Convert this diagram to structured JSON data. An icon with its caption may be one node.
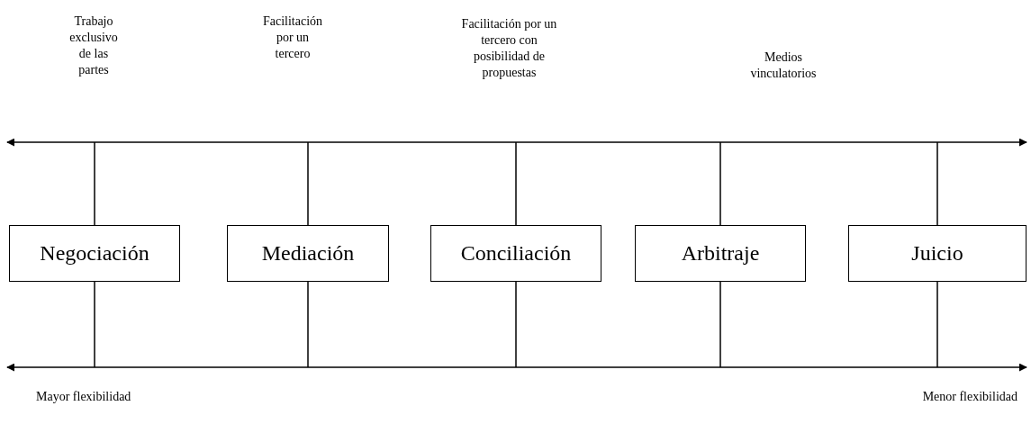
{
  "diagram": {
    "nodes": [
      {
        "text": [
          "Negociación"
        ]
      },
      {
        "text": [
          "Mediación"
        ]
      },
      {
        "text": [
          "Conciliación"
        ]
      },
      {
        "text": [
          "Arbitraje"
        ]
      },
      {
        "text": [
          "Juicio"
        ]
      },
      {
        "text": [],
        "shape": "bar"
      },
      {
        "text": [],
        "shape": "bar"
      }
    ],
    "edges": [
      {
        "from": 5,
        "to": 0,
        "arrow": "none"
      },
      {
        "from": 5,
        "to": 1,
        "arrow": "none"
      },
      {
        "from": 5,
        "to": 2,
        "arrow": "none"
      },
      {
        "from": 5,
        "to": 3,
        "arrow": "none"
      },
      {
        "from": 5,
        "to": 4,
        "arrow": "none"
      },
      {
        "from": 0,
        "to": 6,
        "arrow": "none"
      },
      {
        "from": 1,
        "to": 6,
        "arrow": "none"
      },
      {
        "from": 2,
        "to": 6,
        "arrow": "none"
      },
      {
        "from": 3,
        "to": 6,
        "arrow": "none"
      },
      {
        "from": 4,
        "to": 6,
        "arrow": "none"
      }
    ],
    "labels": [
      "Trabajo exclusivo de las partes",
      "Facilitación por un tercero",
      "Facilitación por un tercero con posibilidad de propuestas",
      "Medios vinculatorios",
      "Mayor flexibilidad",
      "Menor flexibilidad"
    ]
  }
}
